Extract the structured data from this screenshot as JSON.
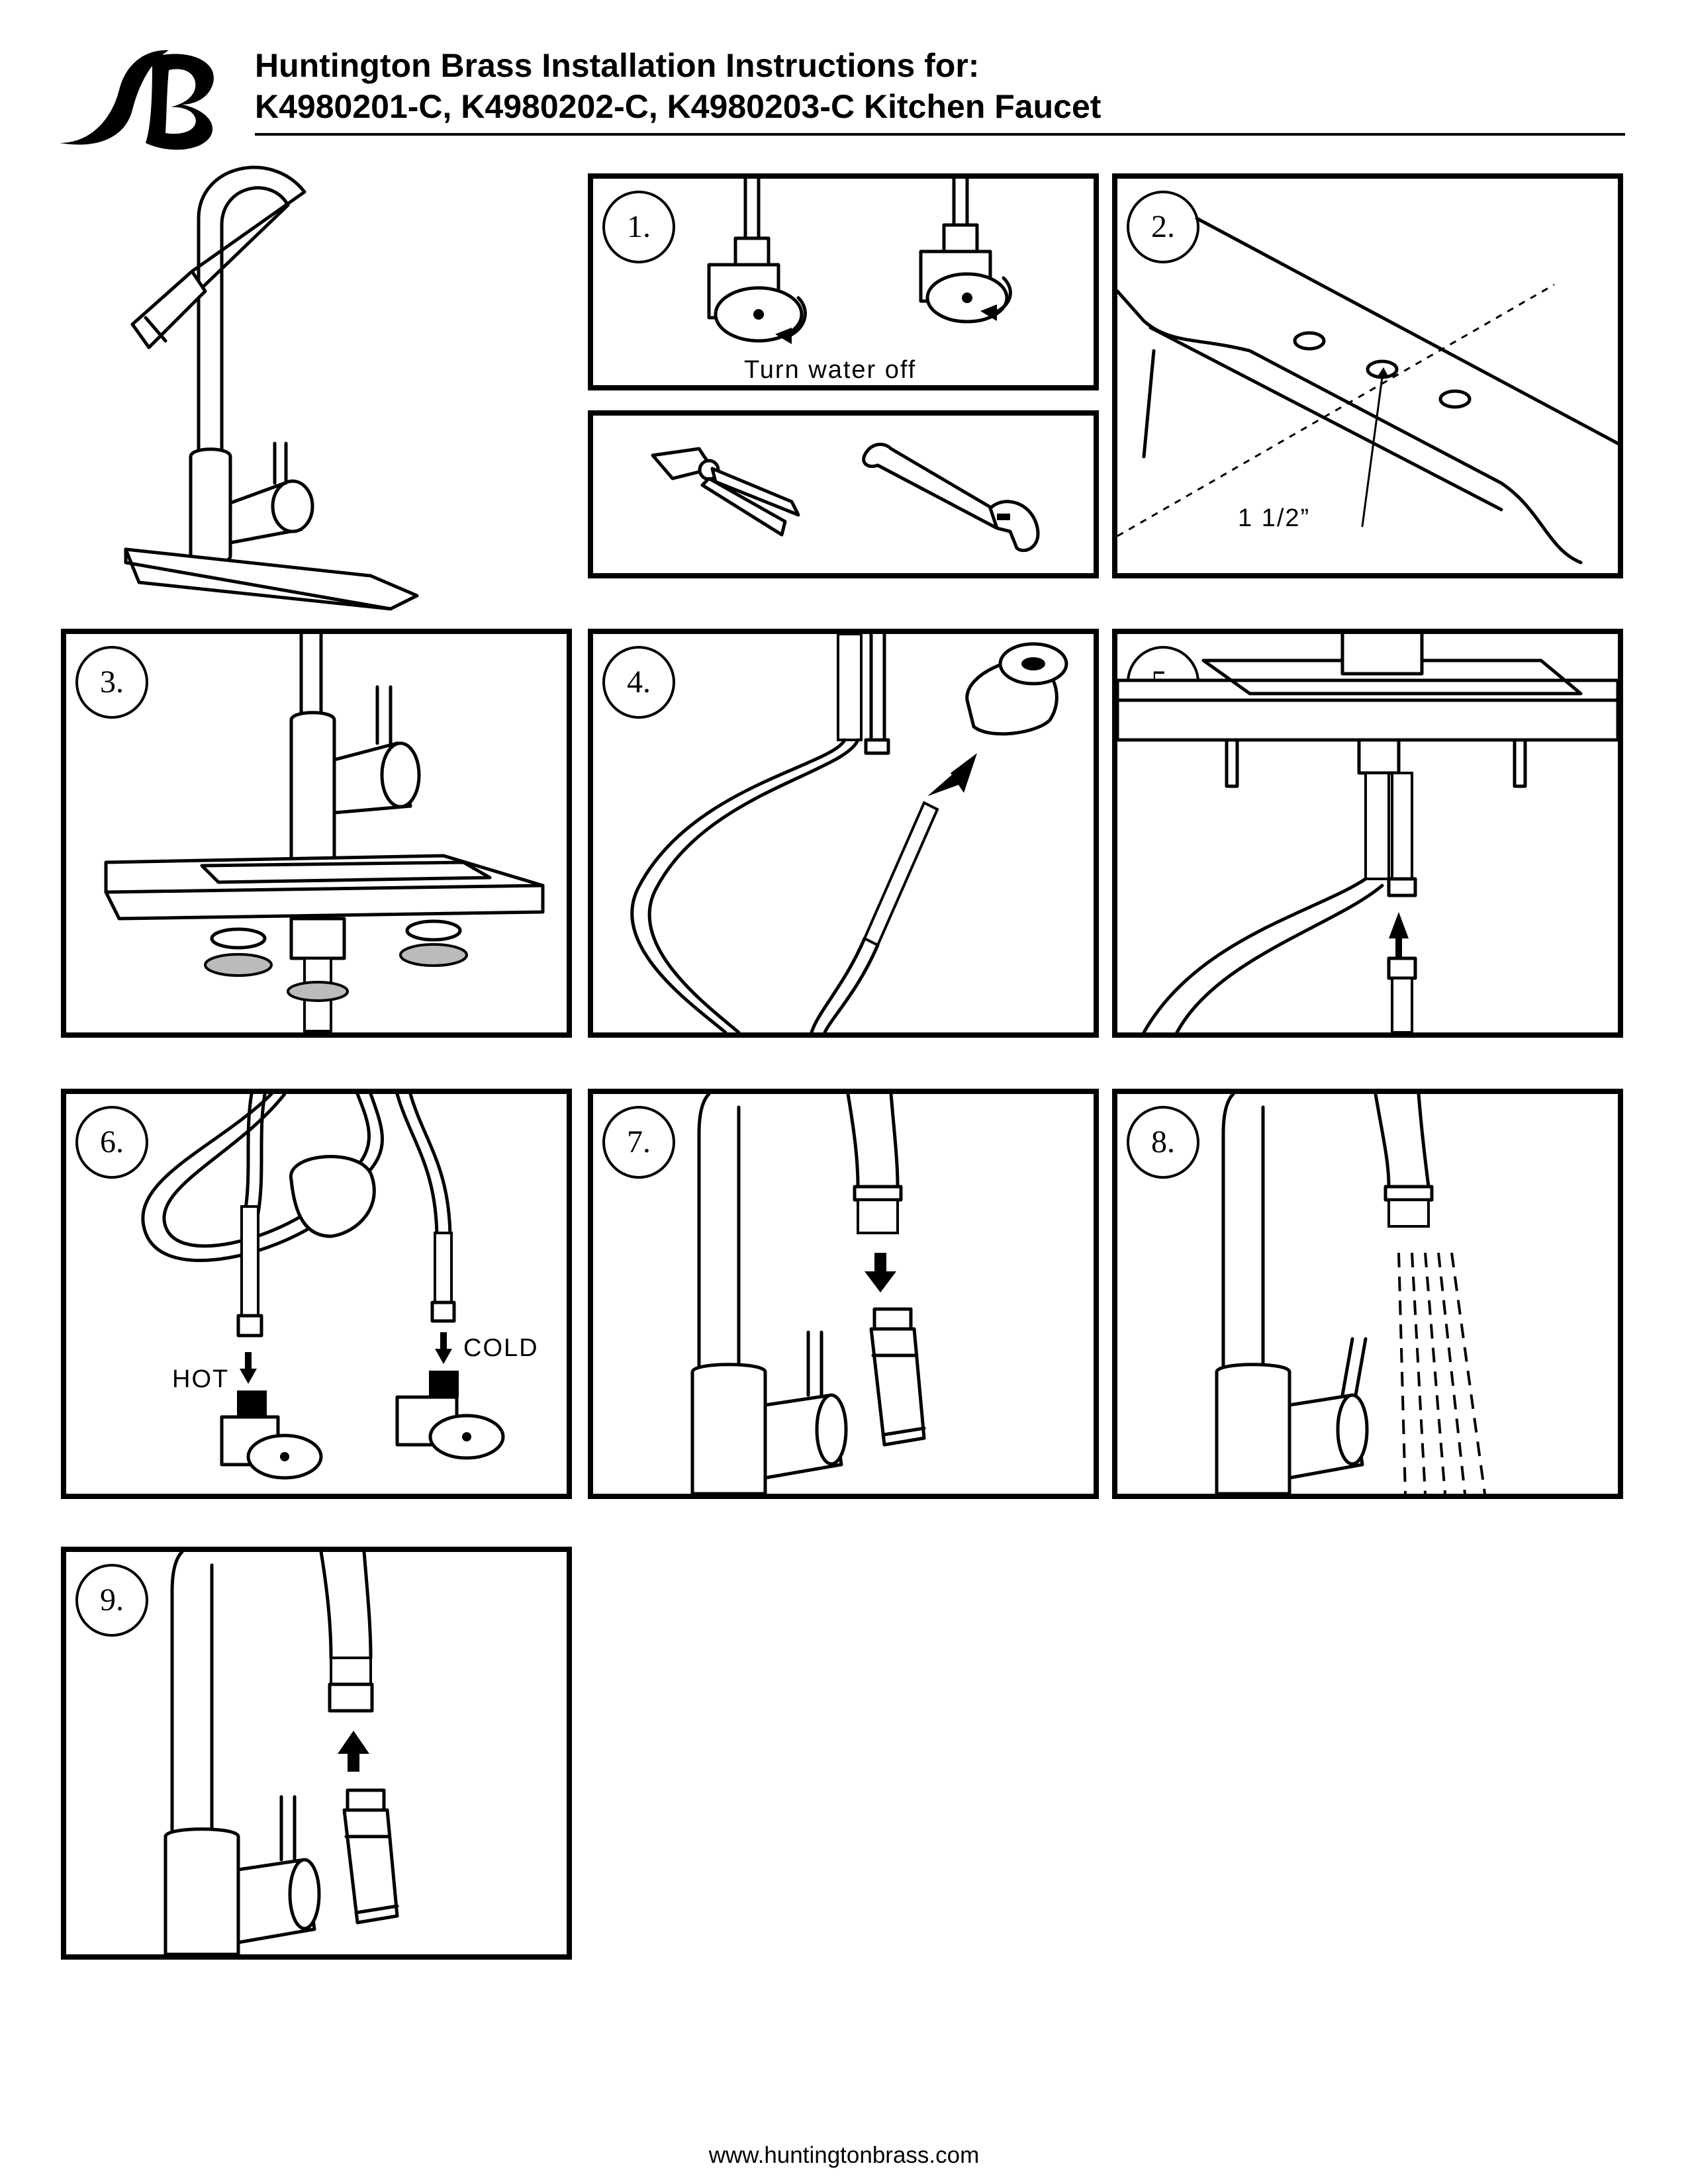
{
  "header": {
    "title_line1": "Huntington Brass Installation Instructions for:",
    "title_line2": "K4980201-C, K4980202-C, K4980203-C Kitchen Faucet"
  },
  "steps": [
    {
      "number": "1.",
      "caption": "Turn water off"
    },
    {
      "number": "2.",
      "caption": "1 1/2”"
    },
    {
      "number": "3."
    },
    {
      "number": "4."
    },
    {
      "number": "5."
    },
    {
      "number": "6.",
      "hot_label": "HOT",
      "cold_label": "COLD"
    },
    {
      "number": "7."
    },
    {
      "number": "8."
    },
    {
      "number": "9."
    }
  ],
  "footer": {
    "url": "www.huntingtonbrass.com"
  },
  "icons": [
    "hb-logo-icon",
    "faucet-icon",
    "shutoff-valve-icon",
    "pliers-icon",
    "wrench-icon",
    "sink-deck-icon",
    "hose-icon",
    "sprayhead-icon",
    "arrow-icon"
  ]
}
